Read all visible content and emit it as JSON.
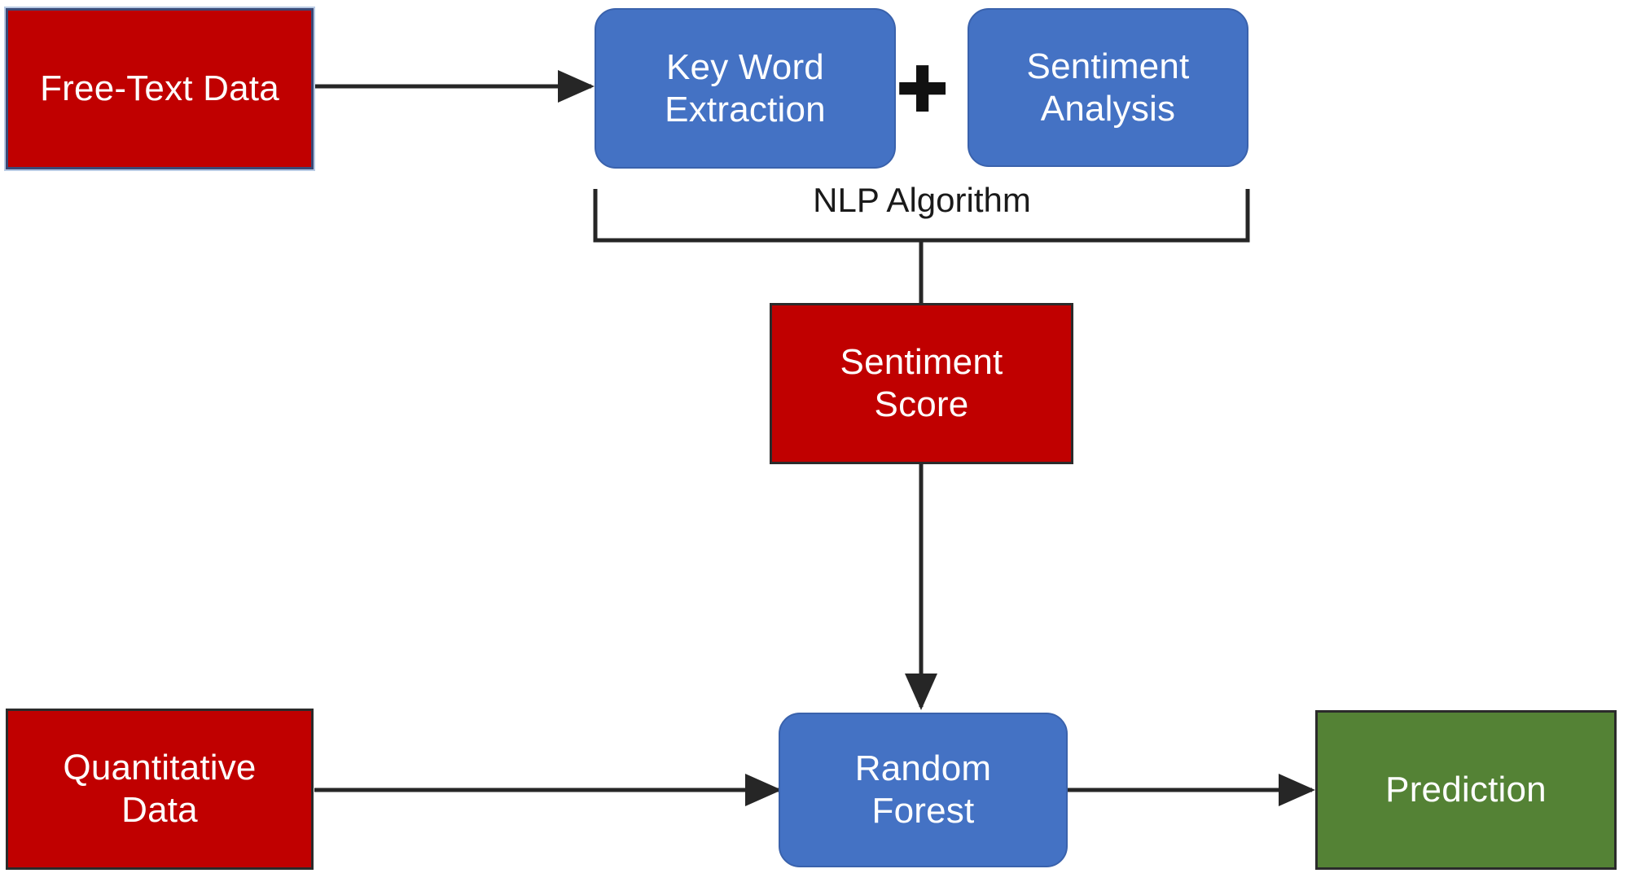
{
  "diagram": {
    "title": "NLP and Random Forest prediction pipeline",
    "colors": {
      "red": "#C00000",
      "blue": "#4472C4",
      "green": "#548235",
      "line": "#262626",
      "text_on_fill": "#FFFFFF",
      "label_text": "#1A1A1A",
      "background": "#FFFFFF"
    },
    "nodes": {
      "free_text_data": {
        "label": "Free-Text Data",
        "shape": "rectangle",
        "fill": "#C00000"
      },
      "key_word_extraction": {
        "label": "Key Word\nExtraction",
        "shape": "rounded-rectangle",
        "fill": "#4472C4"
      },
      "sentiment_analysis": {
        "label": "Sentiment\nAnalysis",
        "shape": "rounded-rectangle",
        "fill": "#4472C4"
      },
      "sentiment_score": {
        "label": "Sentiment\nScore",
        "shape": "rectangle",
        "fill": "#C00000"
      },
      "quantitative_data": {
        "label": "Quantitative\nData",
        "shape": "rectangle",
        "fill": "#C00000"
      },
      "random_forest": {
        "label": "Random\nForest",
        "shape": "rounded-rectangle",
        "fill": "#4472C4"
      },
      "prediction": {
        "label": "Prediction",
        "shape": "rectangle",
        "fill": "#548235"
      }
    },
    "operators": {
      "combine_plus": "✚"
    },
    "group_labels": {
      "nlp_algorithm": "NLP Algorithm"
    },
    "edges": [
      {
        "from": "free_text_data",
        "to": "key_word_extraction",
        "arrow": true
      },
      {
        "from": "nlp_algorithm_group",
        "to": "sentiment_score",
        "arrow": false
      },
      {
        "from": "sentiment_score",
        "to": "random_forest",
        "arrow": true
      },
      {
        "from": "quantitative_data",
        "to": "random_forest",
        "arrow": true
      },
      {
        "from": "random_forest",
        "to": "prediction",
        "arrow": true
      }
    ]
  }
}
